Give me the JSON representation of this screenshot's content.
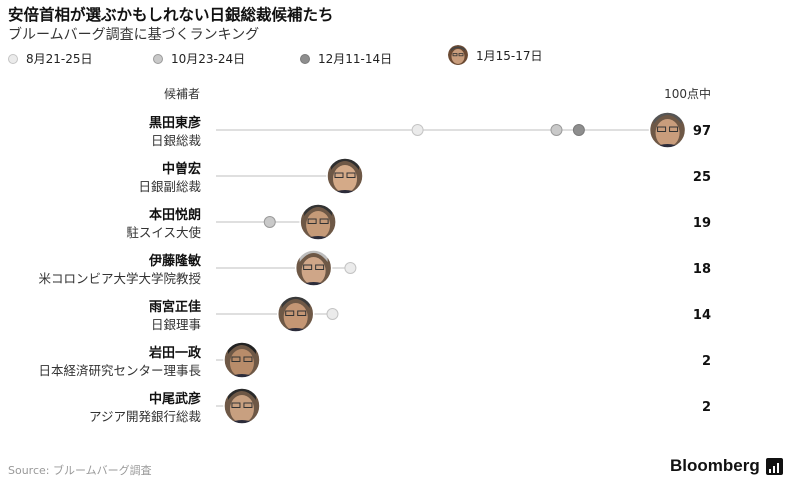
{
  "header": {
    "title": "安倍首相が選ぶかもしれない日銀総裁候補たち",
    "subtitle": "ブルームバーグ調査に基づくランキング"
  },
  "legend": [
    {
      "label": "8月21-25日",
      "color": "#ebebeb",
      "stroke": "#c4c4c4",
      "kind": "dot"
    },
    {
      "label": "10月23-24日",
      "color": "#c9c9c9",
      "stroke": "#9a9a9a",
      "kind": "dot"
    },
    {
      "label": "12月11-14日",
      "color": "#8e8e8e",
      "stroke": "#7a7a7a",
      "kind": "dot"
    },
    {
      "label": "1月15-17日",
      "color": "#a08060",
      "stroke": "#555555",
      "kind": "face"
    }
  ],
  "columns": {
    "candidate": "候補者",
    "score": "100点中"
  },
  "chart_data": {
    "type": "dot",
    "title": "安倍首相が選ぶかもしれない日銀総裁候補たち",
    "subtitle": "ブルームバーグ調査に基づくランキング",
    "xlim": [
      0,
      100
    ],
    "series_names": [
      "8月21-25日",
      "10月23-24日",
      "12月11-14日",
      "1月15-17日"
    ],
    "rows": [
      {
        "name": "黒田東彦",
        "role": "日銀総裁",
        "values": [
          45,
          76,
          81,
          97
        ],
        "score": "97"
      },
      {
        "name": "中曽宏",
        "role": "日銀副総裁",
        "values": [
          31,
          28,
          null,
          25
        ],
        "score": "25"
      },
      {
        "name": "本田悦朗",
        "role": "駐スイス大使",
        "values": [
          null,
          12,
          null,
          19
        ],
        "score": "19"
      },
      {
        "name": "伊藤隆敏",
        "role": "米コロンビア大学大学院教授",
        "values": [
          30,
          null,
          null,
          18
        ],
        "score": "18"
      },
      {
        "name": "雨宮正佳",
        "role": "日銀理事",
        "values": [
          26,
          20,
          null,
          14
        ],
        "score": "14"
      },
      {
        "name": "岩田一政",
        "role": "日本経済研究センター理事長",
        "values": [
          7,
          null,
          null,
          2
        ],
        "score": "2"
      },
      {
        "name": "中尾武彦",
        "role": "アジア開発銀行総裁",
        "values": [
          null,
          null,
          null,
          2
        ],
        "score": "2"
      }
    ]
  },
  "footer": {
    "source": "Source: ブルームバーグ調査",
    "brand": "Bloomberg"
  }
}
